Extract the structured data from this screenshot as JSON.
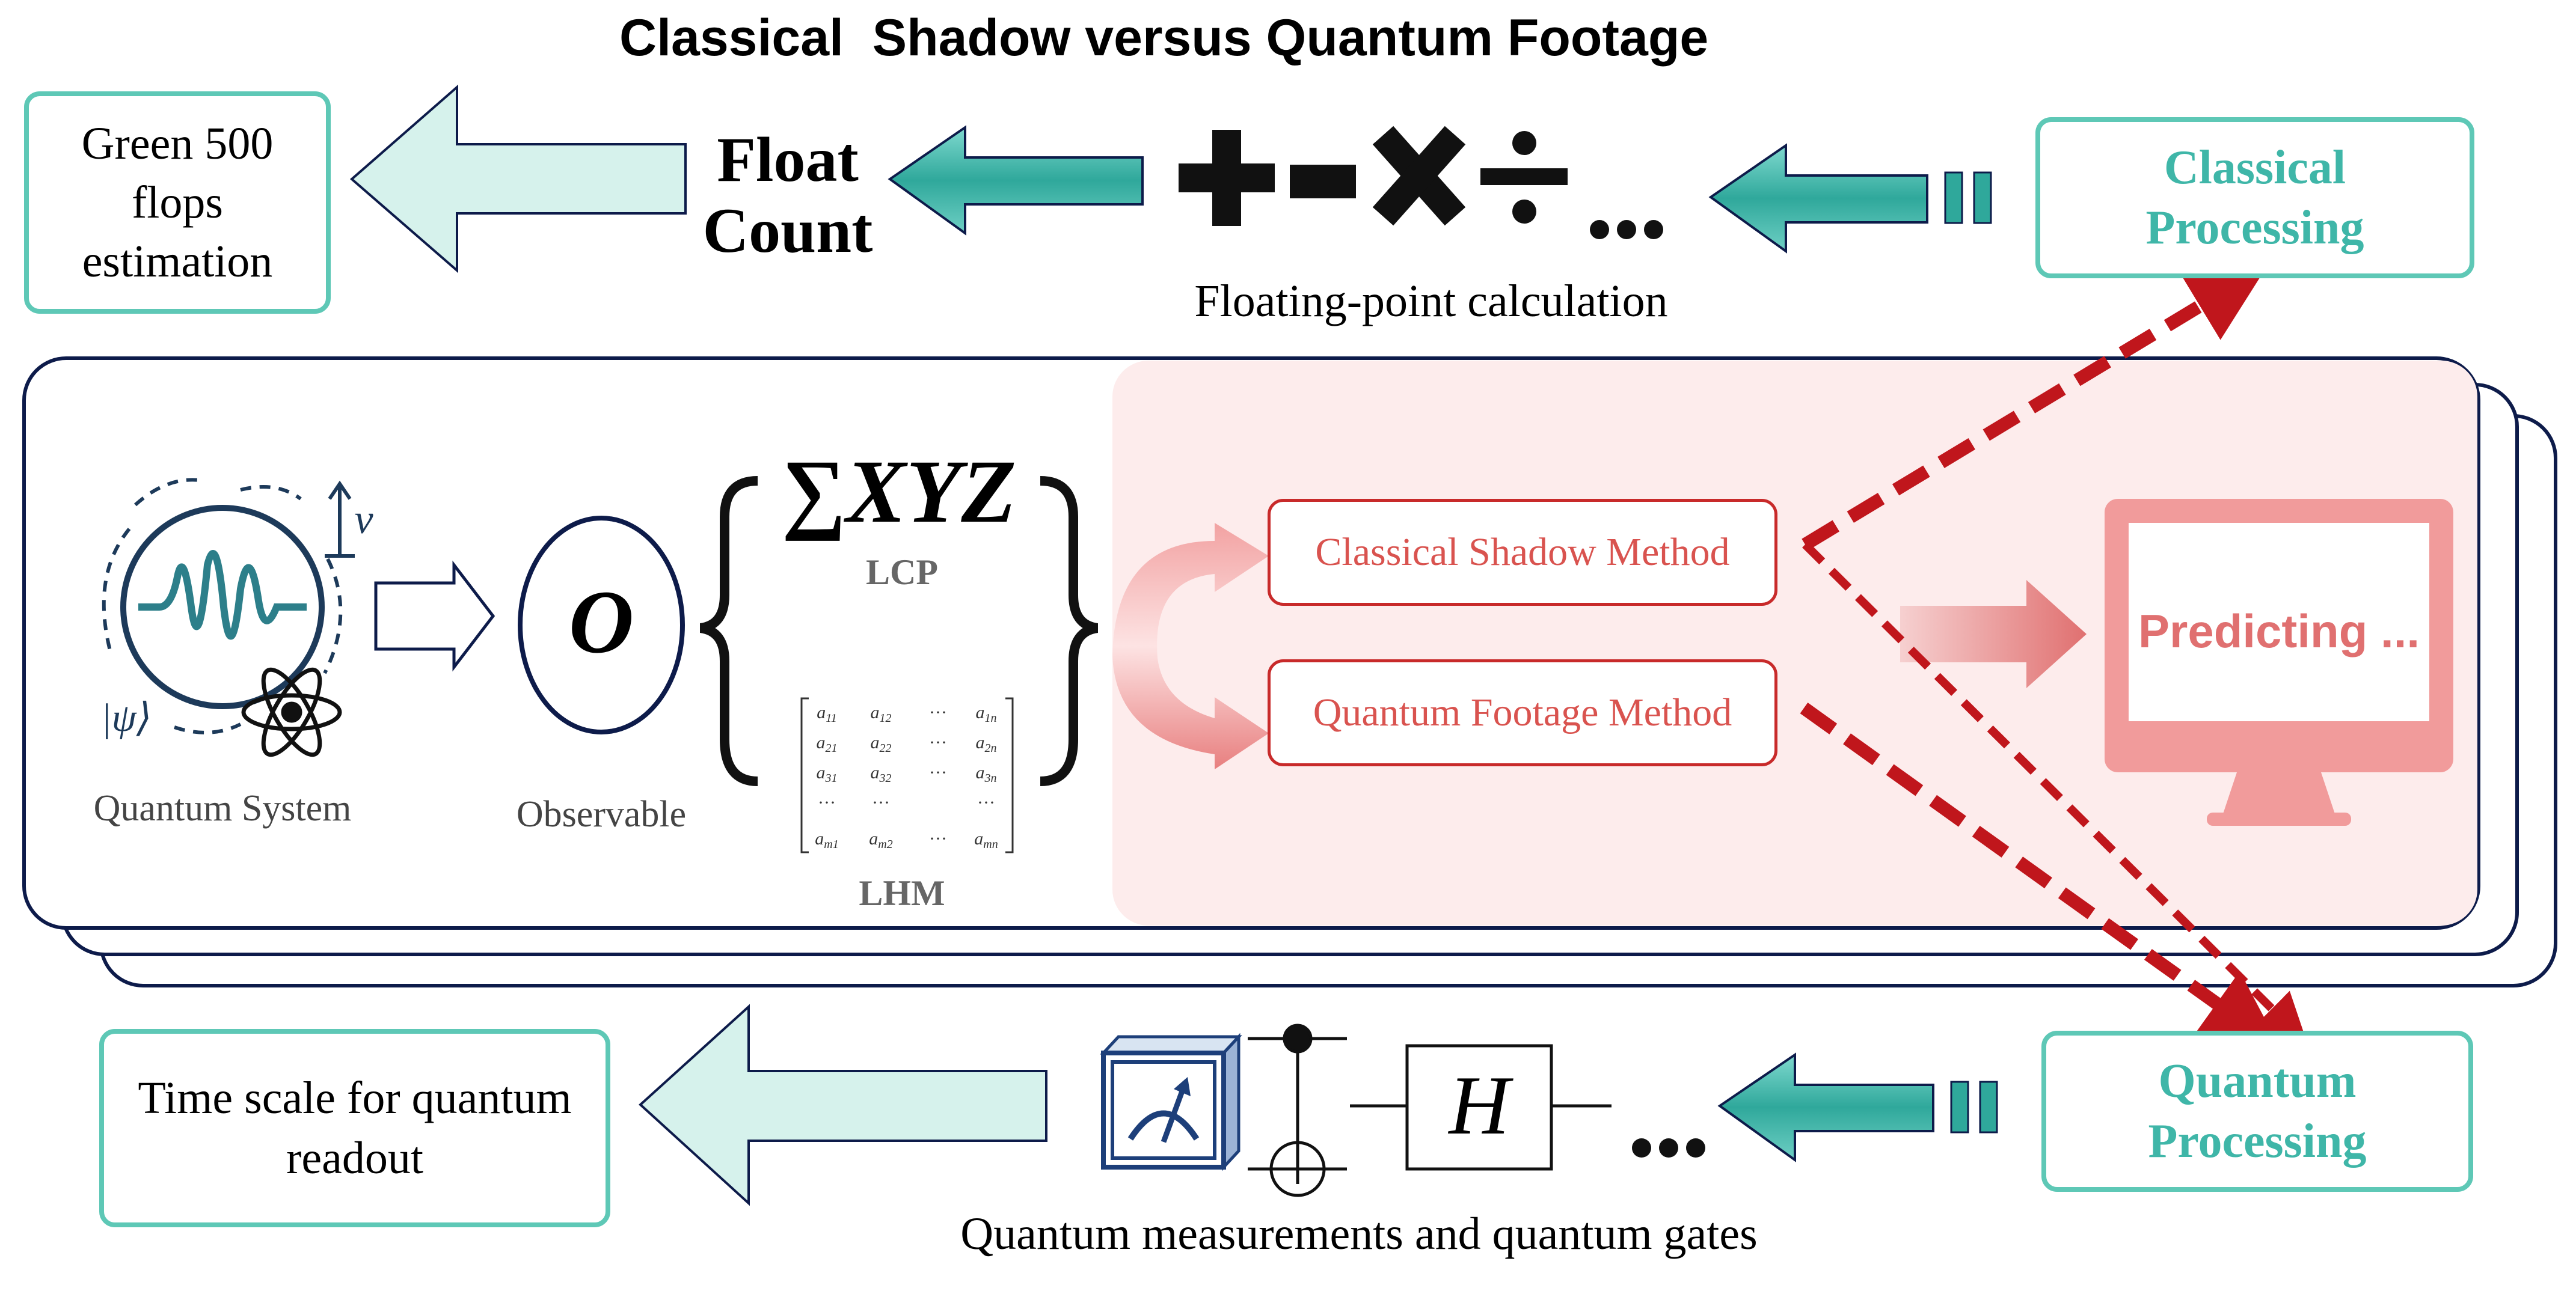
{
  "title": "Classical  Shadow versus Quantum Footage",
  "top_row": {
    "left_box": [
      "Green 500",
      "flops",
      "estimation"
    ],
    "float_count": [
      "Float",
      "Count"
    ],
    "operators": [
      "+",
      "−",
      "×",
      "÷",
      "..."
    ],
    "caption": "Floating-point calculation",
    "right_box": [
      "Classical",
      "Processing"
    ]
  },
  "middle": {
    "quantum_system": {
      "label": "Quantum System",
      "psi": "|ψ⟩",
      "nu": "ν"
    },
    "observable": {
      "symbol": "O",
      "label": "Observable"
    },
    "lcp": {
      "formula": "∑XYZ",
      "label": "LCP"
    },
    "lhm": {
      "label": "LHM",
      "matrix": [
        [
          "a11",
          "a12",
          "···",
          "a1n"
        ],
        [
          "a21",
          "a22",
          "···",
          "a2n"
        ],
        [
          "a31",
          "a32",
          "···",
          "a3n"
        ],
        [
          "···",
          "···",
          "",
          "···"
        ],
        [
          "am1",
          "am2",
          "···",
          "amn"
        ]
      ]
    },
    "methods": [
      "Classical Shadow Method",
      "Quantum Footage Method"
    ],
    "predicting": "Predicting ..."
  },
  "bottom_row": {
    "left_box": [
      "Time scale for quantum",
      "readout"
    ],
    "gate_h": "H",
    "ellipsis": "...",
    "caption": "Quantum measurements and quantum gates",
    "right_box": [
      "Quantum",
      "Processing"
    ]
  },
  "colors": {
    "teal": "#3fb6a8",
    "teal_light": "#d6f2ec",
    "navy": "#0d1b4a",
    "red": "#c0161c",
    "pink_panel": "#fdecec",
    "method_text": "#d9534f"
  },
  "icons": [
    "atom-icon",
    "wave-icon",
    "monitor-icon",
    "measurement-meter-icon",
    "cnot-gate-icon"
  ]
}
